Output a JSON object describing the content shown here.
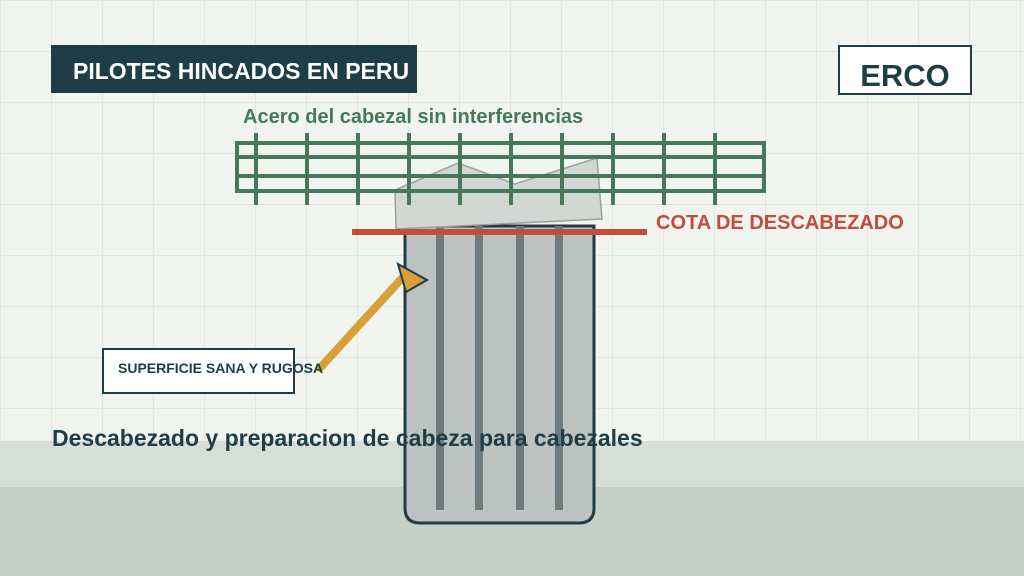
{
  "header": {
    "title": "PILOTES HINCADOS EN PERU"
  },
  "brand": {
    "logo_text": "ERCO"
  },
  "diagram": {
    "steel_label": "Acero del cabezal sin interferencias",
    "cut_level_label": "COTA DE DESCABEZADO",
    "surface_label": "SUPERFICIE SANA Y RUGOSA",
    "caption": "Descabezado y preparacion de cabeza para cabezales"
  },
  "colors": {
    "dark_navy": "#1e3d47",
    "steel_green": "#447a5a",
    "cut_line_red": "#c24d3c",
    "arrow_orange": "#d9a03a",
    "pile_gray": "#bcc2bf",
    "rebar_gray": "#6e7a7b"
  }
}
